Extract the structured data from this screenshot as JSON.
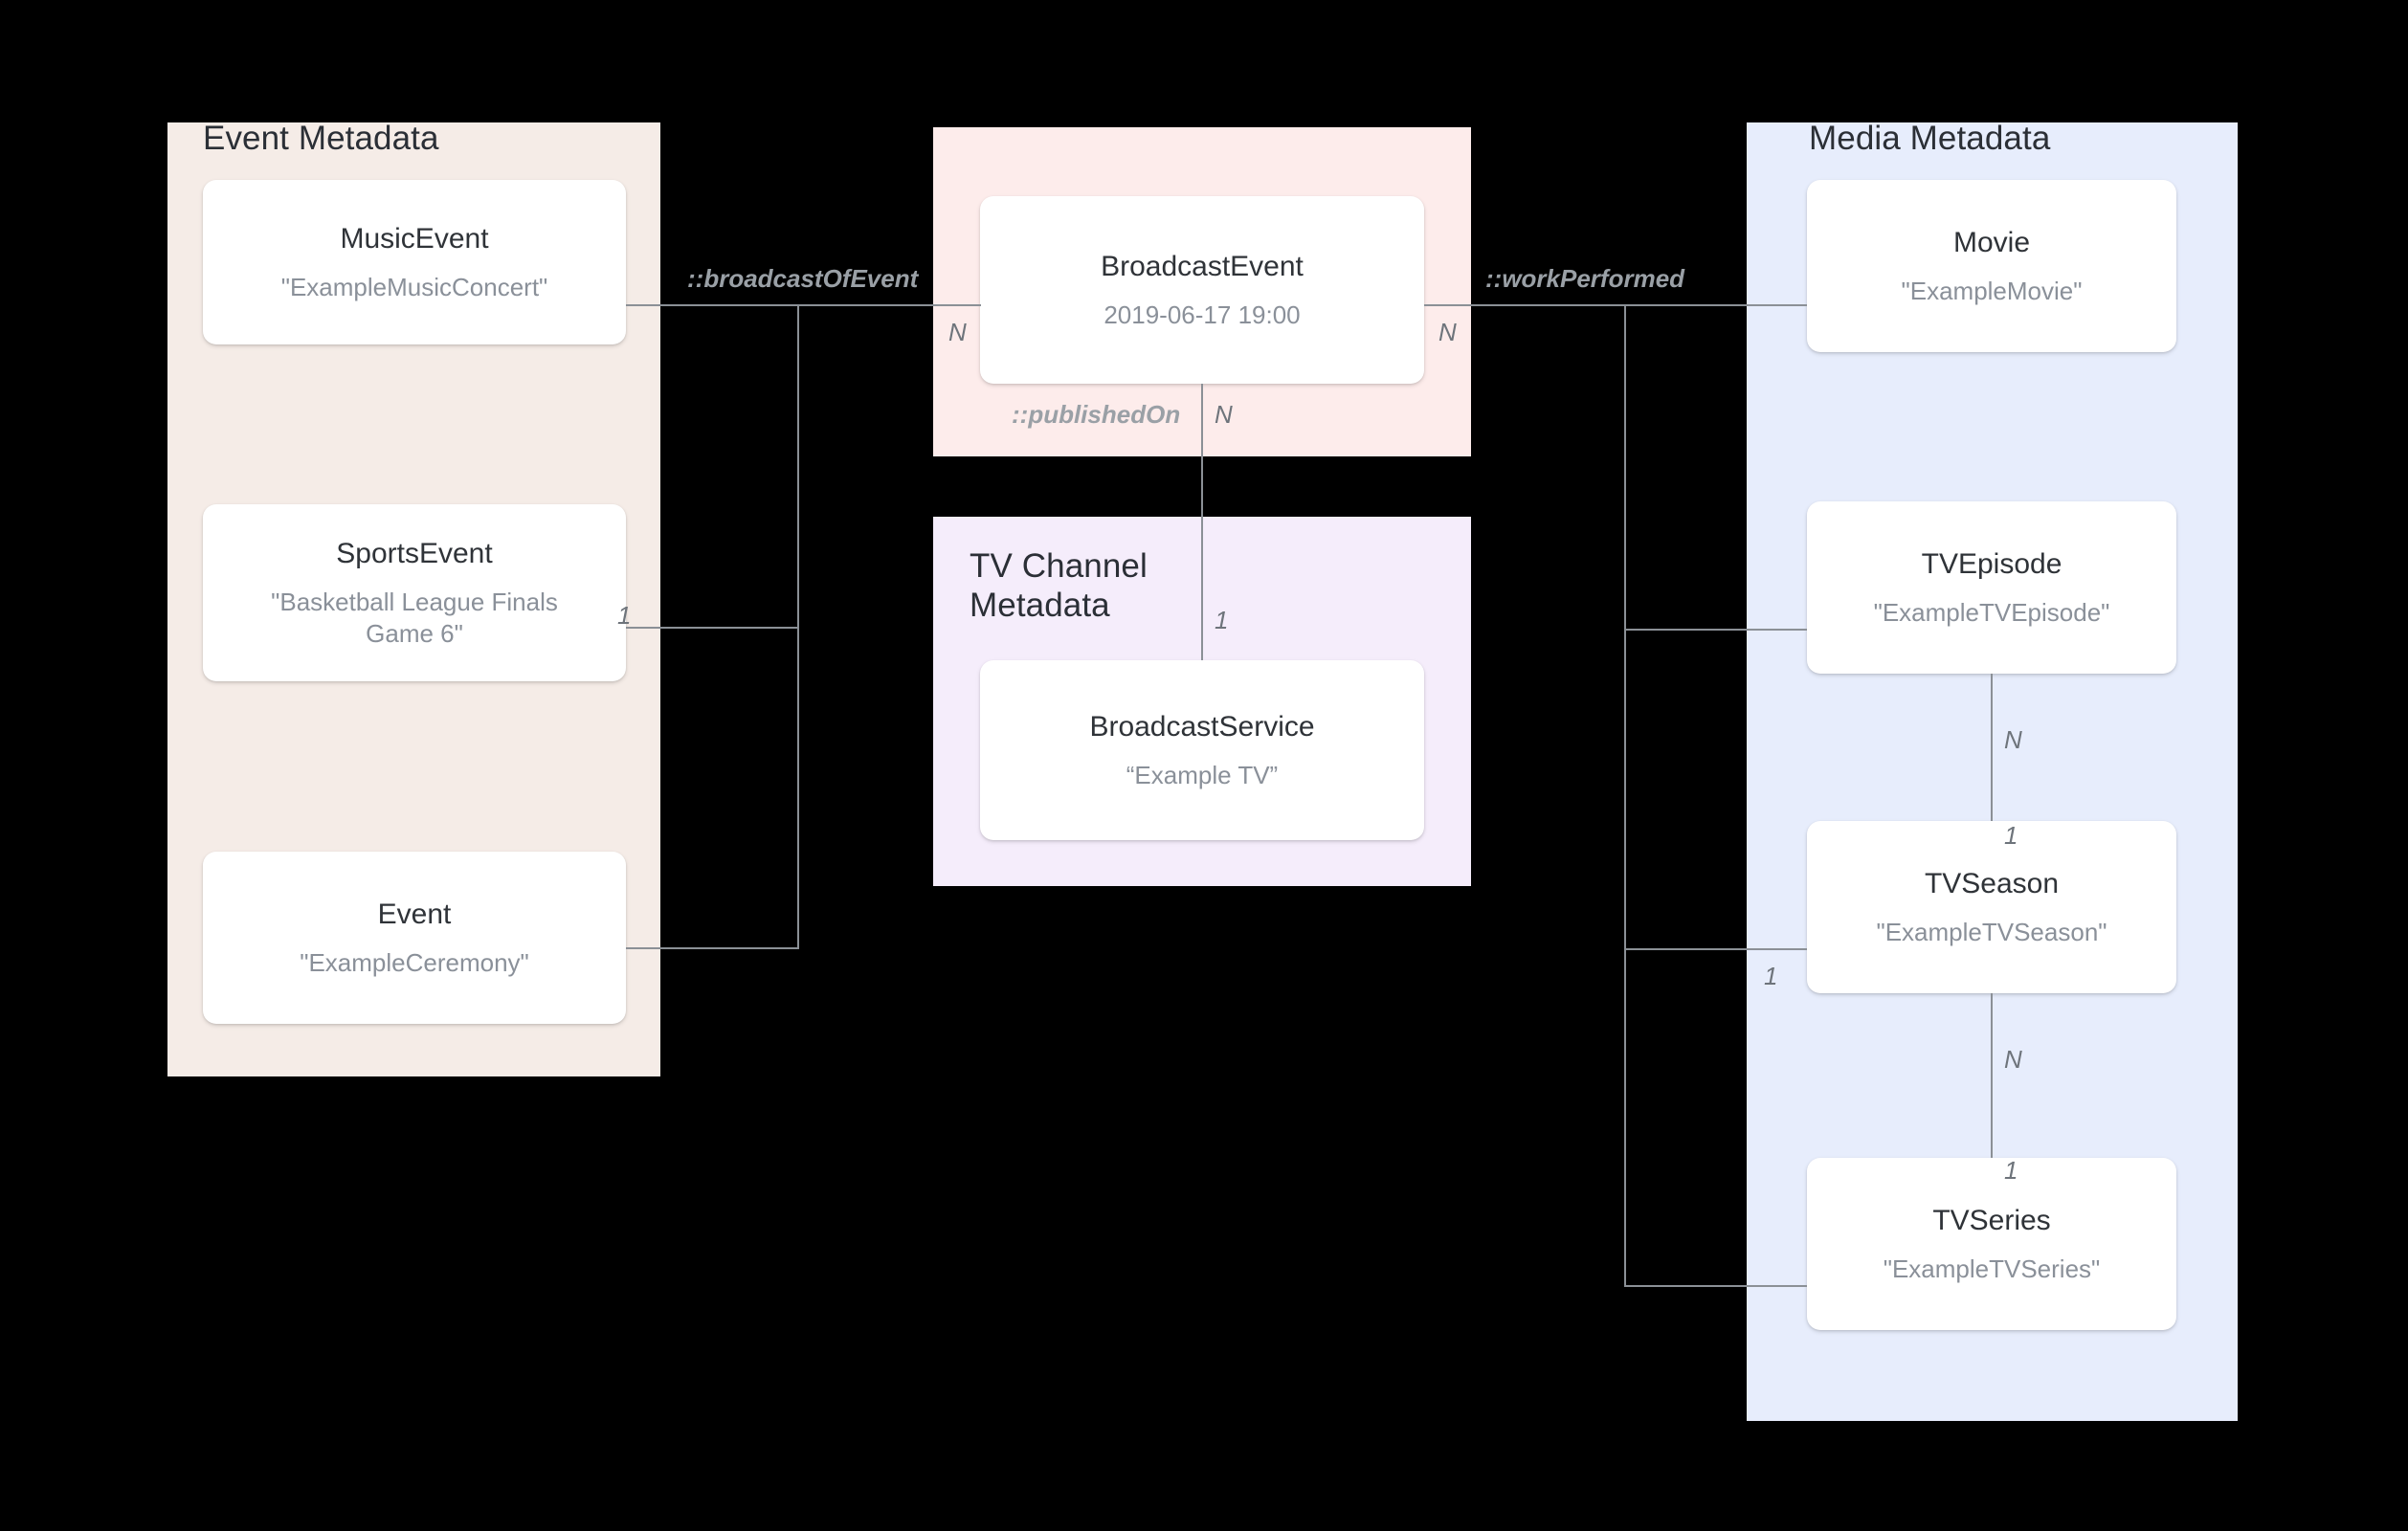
{
  "diagram": {
    "title": "Broadcast schema entity relationship diagram",
    "background": "#000000",
    "line_color": "#8b9096"
  },
  "groups": {
    "event_metadata": {
      "title": "Event Metadata",
      "color": "#f5ece7",
      "entities": [
        {
          "name": "MusicEvent",
          "value": "\"ExampleMusicConcert\""
        },
        {
          "name": "SportsEvent",
          "value": "\"Basketball League Finals Game 6\""
        },
        {
          "name": "Event",
          "value": "\"ExampleCeremony\""
        }
      ]
    },
    "broadcast_metadata": {
      "title": "",
      "color": "#fdeceb",
      "entities": [
        {
          "name": "BroadcastEvent",
          "value": "2019-06-17 19:00"
        }
      ]
    },
    "tv_channel_metadata": {
      "title": "TV Channel\nMetadata",
      "color": "#f5edfb",
      "entities": [
        {
          "name": "BroadcastService",
          "value": "“Example TV”"
        }
      ]
    },
    "media_metadata": {
      "title": "Media Metadata",
      "color": "#e7edfc",
      "entities": [
        {
          "name": "Movie",
          "value": "\"ExampleMovie\""
        },
        {
          "name": "TVEpisode",
          "value": "\"ExampleTVEpisode\""
        },
        {
          "name": "TVSeason",
          "value": "\"ExampleTVSeason\""
        },
        {
          "name": "TVSeries",
          "value": "\"ExampleTVSeries\""
        }
      ]
    }
  },
  "relationships": {
    "broadcast_of_event": {
      "label": "::broadcastOfEvent"
    },
    "work_performed": {
      "label": "::workPerformed"
    },
    "published_on": {
      "label": "::publishedOn"
    }
  },
  "cardinalities": {
    "sports_event_side": "1",
    "broadcast_event_left": "N",
    "broadcast_event_right": "N",
    "published_on_n": "N",
    "broadcast_service_1": "1",
    "tvepisode_to_season_n": "N",
    "tvepisode_to_season_1": "1",
    "tvseason_left_1": "1",
    "tvseason_to_series_n": "N",
    "tvseason_to_series_1": "1"
  }
}
